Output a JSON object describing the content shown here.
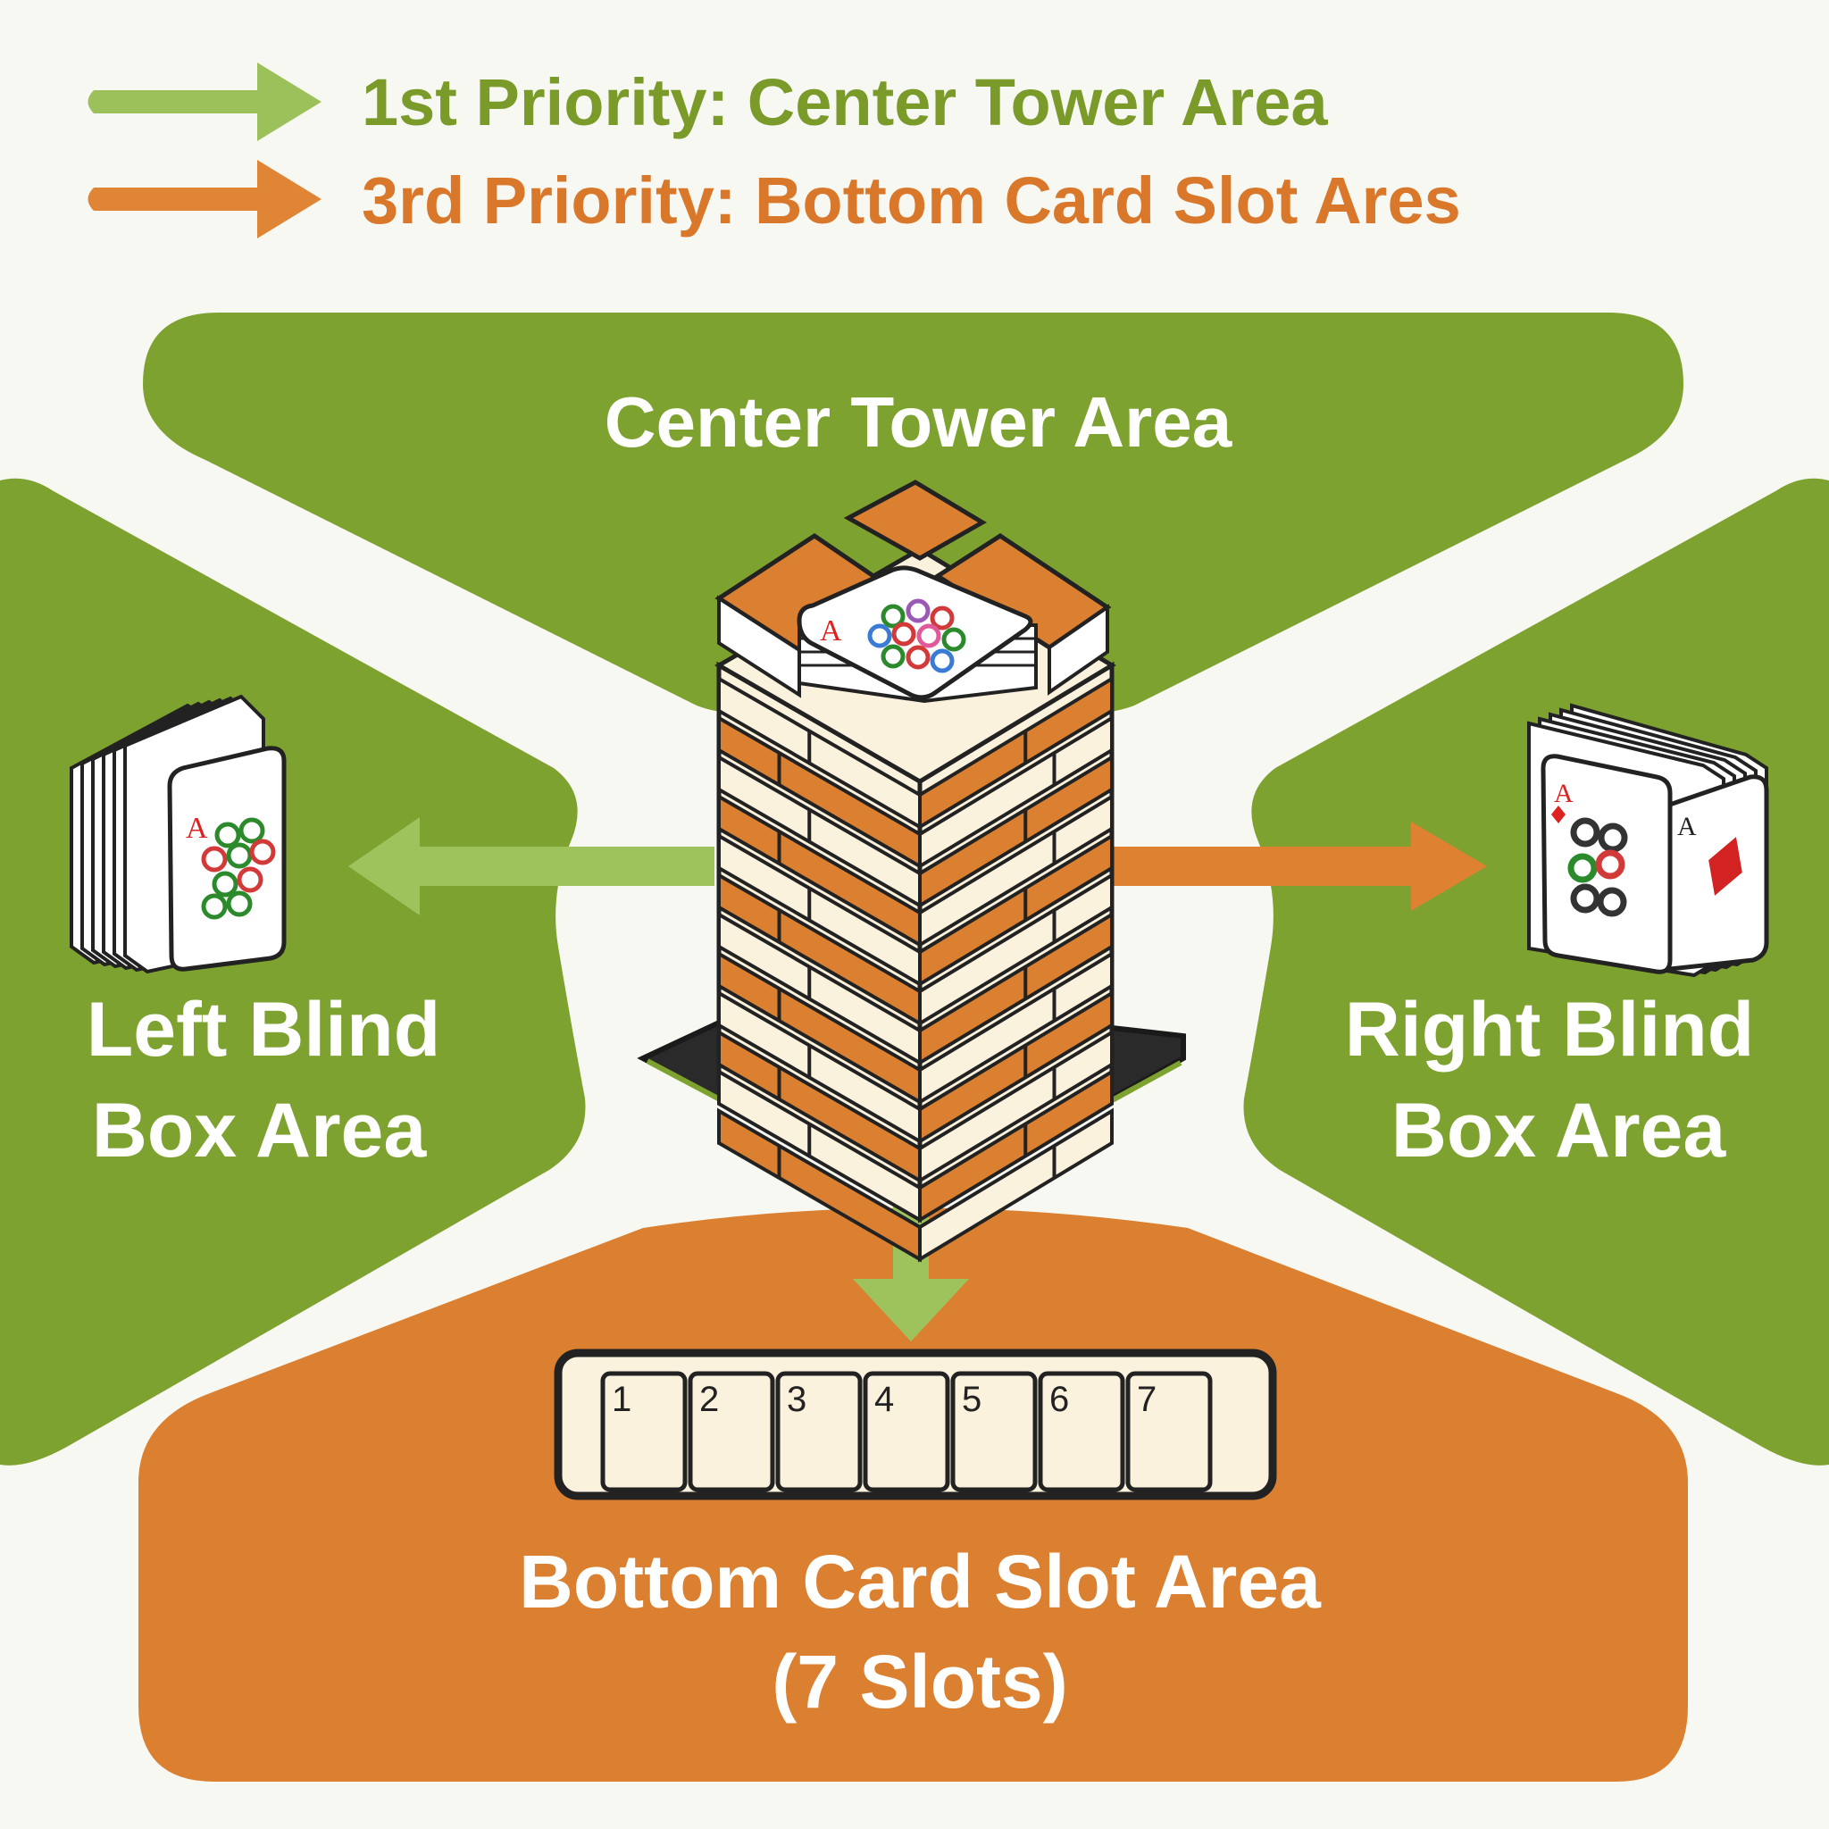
{
  "legend": [
    {
      "text": "1st Priority: Center Tower Area",
      "color": "#7a9a2a",
      "arrow_color": "#9cc15a"
    },
    {
      "text": "3rd Priority: Bottom Card Slot Ares",
      "color": "#d9782a",
      "arrow_color": "#e08535"
    }
  ],
  "areas": {
    "center": {
      "line1": "Center Tower Area"
    },
    "left": {
      "line1": "Left Blind",
      "line2": "Box Area"
    },
    "right": {
      "line1": "Right Blind",
      "line2": "Box Area"
    },
    "bottom": {
      "line1": "Bottom Card Slot Area",
      "line2": "(7 Slots)"
    }
  },
  "slots": [
    "1",
    "2",
    "3",
    "4",
    "5",
    "6",
    "7"
  ],
  "cards": {
    "rank": "A"
  },
  "colors": {
    "green": "#7ea22f",
    "orange": "#db8030",
    "light_green": "#9ec35c",
    "cream": "#fbf2de",
    "dark": "#222222"
  }
}
